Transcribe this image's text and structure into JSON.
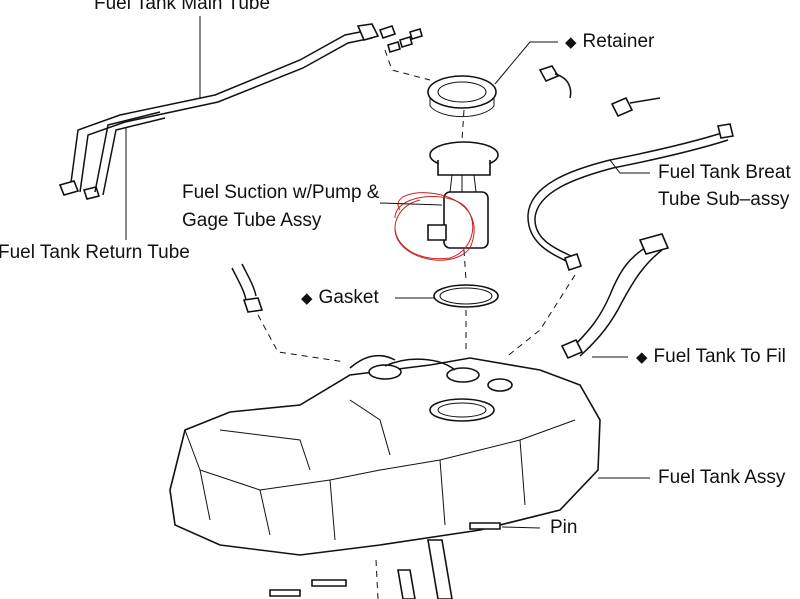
{
  "labels": {
    "main_tube": "Fuel Tank Main Tube",
    "return_tube": "Fuel Tank Return Tube",
    "retainer": "Retainer",
    "suction_line1": "Fuel Suction w/Pump &",
    "suction_line2": "Gage Tube Assy",
    "breather_line1": "Fuel Tank Breat",
    "breather_line2": "Tube Sub–assy",
    "gasket": "Gasket",
    "filler": "Fuel Tank To Fil",
    "tank": "Fuel Tank Assy",
    "pin": "Pin"
  },
  "markers": {
    "retainer": "◆",
    "gasket": "◆",
    "filler": "◆"
  },
  "colors": {
    "line": "#111111",
    "annotation": "#cc2222"
  }
}
